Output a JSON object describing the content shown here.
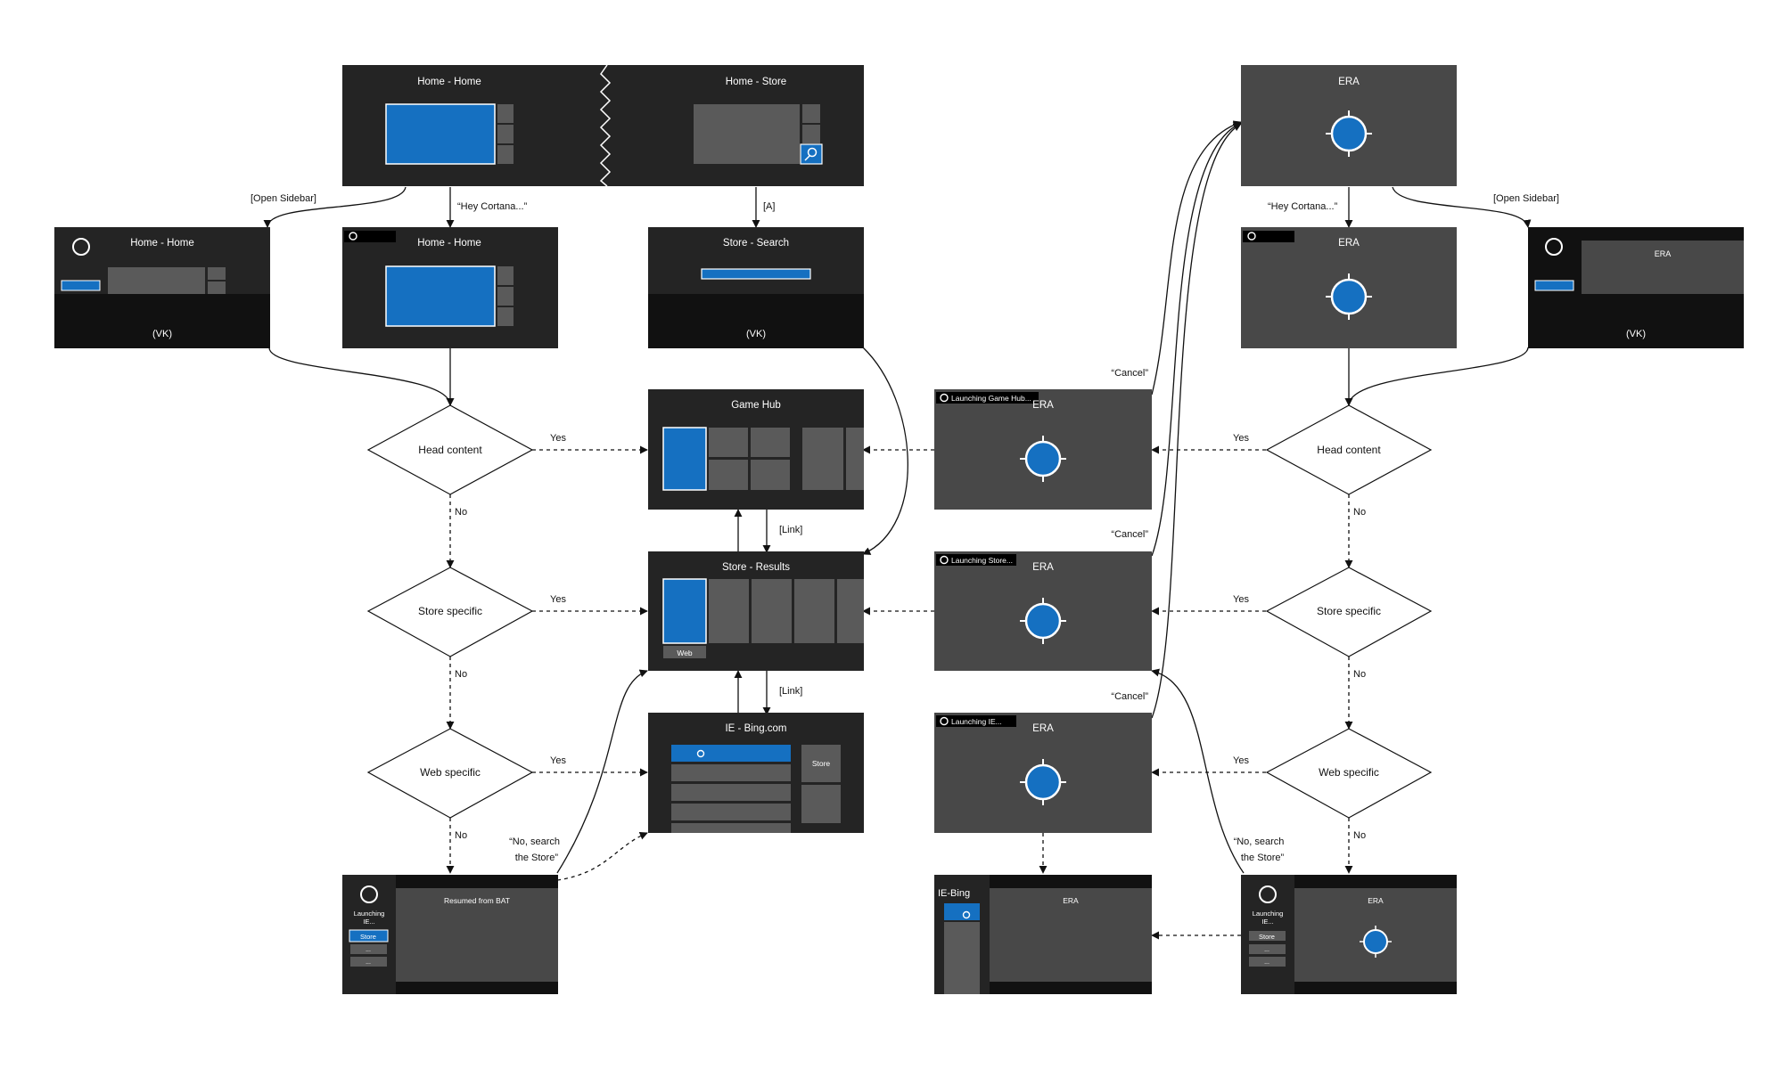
{
  "colors": {
    "screen_dark": "#242424",
    "screen_gray": "#484848",
    "tile_gray": "#5a5a5a",
    "accent_blue": "#1570c1",
    "vk_black": "#111111",
    "line": "#111111"
  },
  "screens": {
    "home_home_top": "Home - Home",
    "home_store_top": "Home - Store",
    "era_top": "ERA",
    "home_sidebar_title": "Home - Home",
    "home_cortana_title": "Home - Home",
    "store_search_title": "Store - Search",
    "era_cortana_title": "ERA",
    "era_sidebar_title": "ERA",
    "game_hub_title": "Game Hub",
    "store_results_title": "Store - Results",
    "ie_bing_title": "IE - Bing.com",
    "era_launch_gamehub_title": "ERA",
    "era_launch_store_title": "ERA",
    "era_launch_ie_title": "ERA",
    "resumed_title": "Resumed from BAT",
    "era_bottom_title": "ERA",
    "era_bottom_right_title": "ERA",
    "ie_bing_snap_label": "IE-Bing",
    "vk_label": "(VK)",
    "web_label": "Web",
    "store_button": "Store",
    "launching_gamehub": "Launching Game Hub...",
    "launching_store": "Launching Store...",
    "launching_ie": "Launching IE...",
    "launching_ie_side_1": "Launching",
    "launching_ie_side_2": "IE...",
    "side_store": "Store",
    "side_dots": "..."
  },
  "decisions": {
    "head_content": "Head content",
    "store_specific": "Store specific",
    "web_specific": "Web specific"
  },
  "labels": {
    "open_sidebar": "[Open Sidebar]",
    "hey_cortana": "“Hey Cortana...”",
    "a_button": "[A]",
    "link": "[Link]",
    "yes": "Yes",
    "no": "No",
    "cancel": "“Cancel”",
    "no_search_1": "“No, search",
    "no_search_2": "the Store”"
  }
}
